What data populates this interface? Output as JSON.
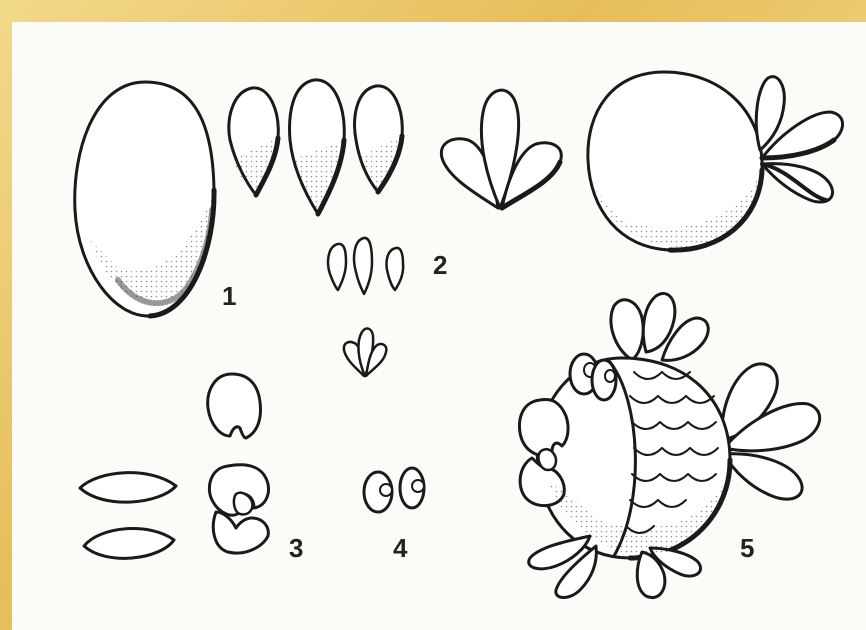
{
  "steps": {
    "one": "1",
    "two": "2",
    "three": "3",
    "four": "4",
    "five": "5"
  },
  "colors": {
    "frame": "#e8c46a",
    "paper": "#fbfbf7",
    "ink": "#222222"
  }
}
